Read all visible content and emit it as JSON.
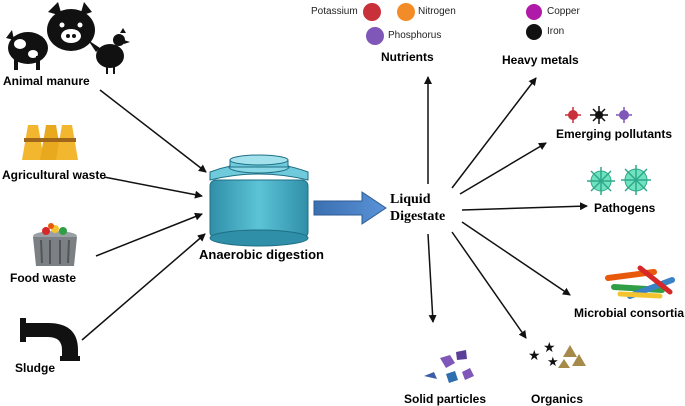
{
  "sources": {
    "animal_manure": "Animal manure",
    "agricultural_waste": "Agricultural waste",
    "food_waste": "Food waste",
    "sludge": "Sludge"
  },
  "process": {
    "label": "Anaerobic digestion",
    "color": "#4fb3c8"
  },
  "product": {
    "line1": "Liquid",
    "line2": "Digestate",
    "arrow_color": "#4a7fc0"
  },
  "components": {
    "nutrients": {
      "label": "Nutrients",
      "potassium": "Potassium",
      "nitrogen": "Nitrogen",
      "phosphorus": "Phosphorus",
      "potassium_color": "#c8303a",
      "nitrogen_color": "#f28c28",
      "phosphorus_color": "#7e57b8"
    },
    "heavy_metals": {
      "label": "Heavy metals",
      "copper": "Copper",
      "iron": "Iron",
      "copper_color": "#b01aa8",
      "iron_color": "#111111"
    },
    "emerging_pollutants": "Emerging pollutants",
    "pathogens": "Pathogens",
    "microbial_consortia": "Microbial consortia",
    "organics": "Organics",
    "solid_particles": "Solid particles"
  }
}
